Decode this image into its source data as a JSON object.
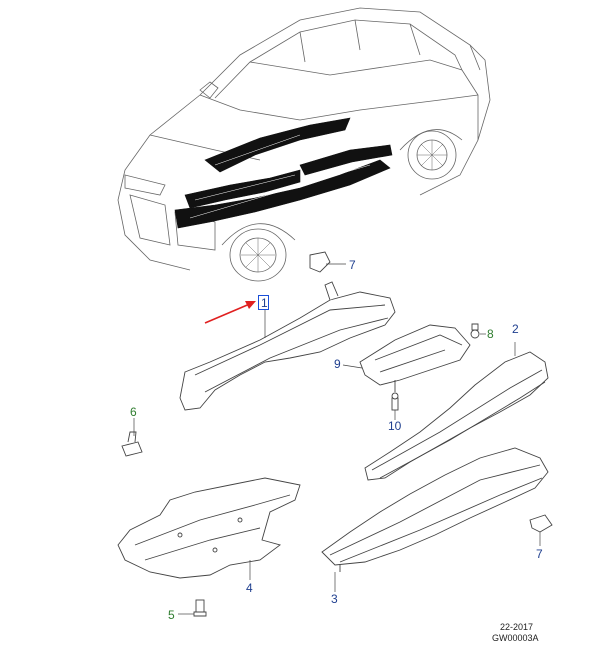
{
  "callouts": [
    {
      "id": "1",
      "color": "#1f3f8f"
    },
    {
      "id": "2",
      "color": "#1f3f8f"
    },
    {
      "id": "3",
      "color": "#1f3f8f"
    },
    {
      "id": "4",
      "color": "#1f3f8f"
    },
    {
      "id": "5",
      "color": "#2f7d2f"
    },
    {
      "id": "6",
      "color": "#2f7d2f"
    },
    {
      "id": "7",
      "color": "#1f3f8f"
    },
    {
      "id": "7",
      "color": "#1f3f8f"
    },
    {
      "id": "8",
      "color": "#2f7d2f"
    },
    {
      "id": "9",
      "color": "#1f3f8f"
    },
    {
      "id": "10",
      "color": "#1f3f8f"
    }
  ],
  "footer": {
    "date": "22-2017",
    "code": "GW00003A"
  },
  "colors": {
    "line": "#444444",
    "part_fill": "#ffffff",
    "highlight": "#1a4fd8",
    "pointer": "#e02020",
    "vehicle_shading": "#111111"
  }
}
